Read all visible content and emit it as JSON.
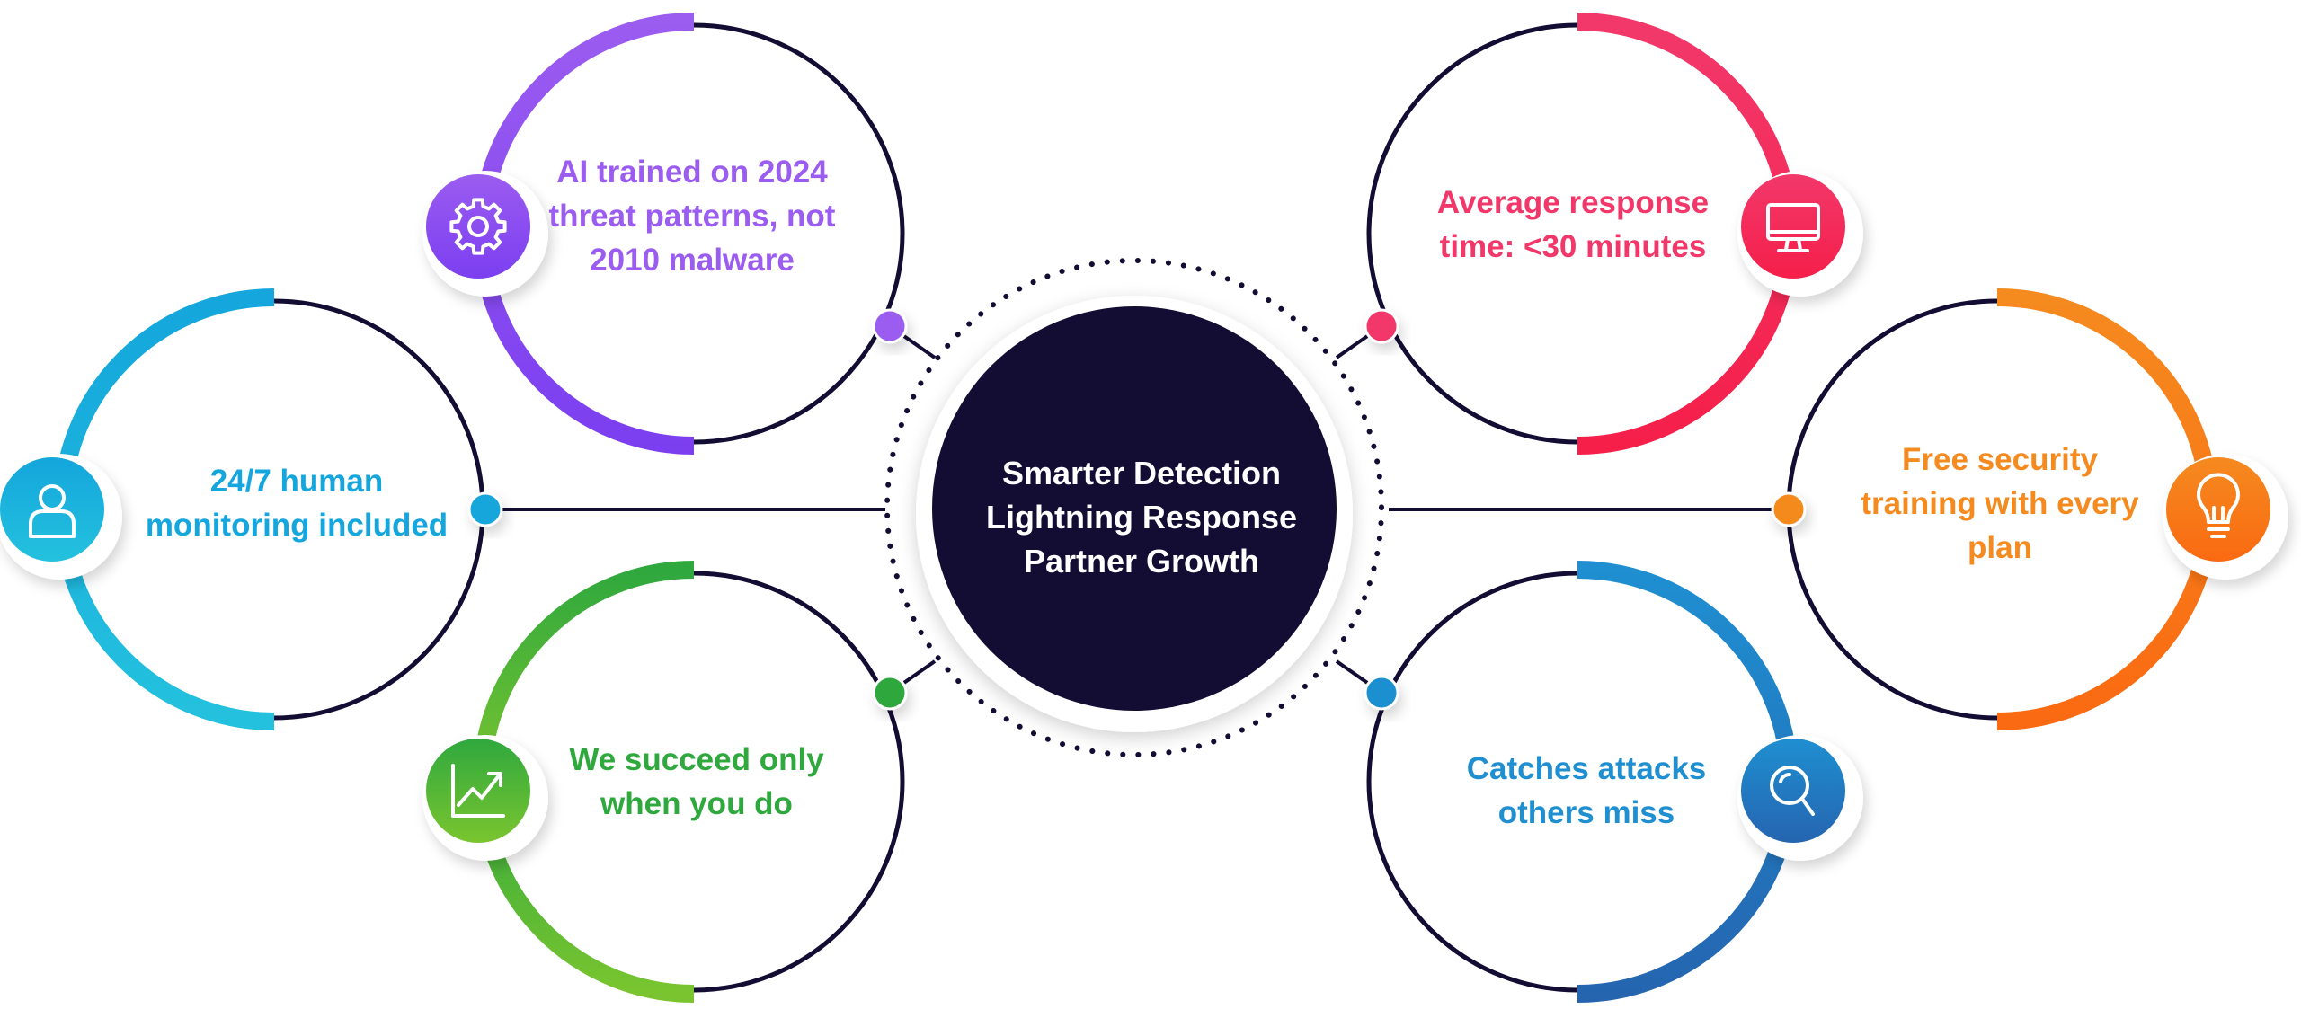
{
  "center": {
    "lines": [
      "Smarter Detection",
      "Lightning Response",
      "Partner Growth"
    ],
    "fill": "#130c33"
  },
  "nodes": [
    {
      "id": "ai",
      "lines": [
        "AI trained on 2024",
        "threat patterns, not",
        "2010 malware"
      ],
      "color": "#9b5cf0",
      "color2": "#7b3ff0",
      "icon": "gear-icon"
    },
    {
      "id": "human",
      "lines": [
        "24/7 human",
        "monitoring included"
      ],
      "color": "#14a6dc",
      "color2": "#24c1de",
      "icon": "person-icon"
    },
    {
      "id": "succeed",
      "lines": [
        "We succeed only",
        "when you do"
      ],
      "color": "#2fa83e",
      "color2": "#7ac52f",
      "icon": "chart-up-icon"
    },
    {
      "id": "response",
      "lines": [
        "Average response",
        "time: <30 minutes"
      ],
      "color": "#f2386a",
      "color2": "#f51f4a",
      "icon": "monitor-icon"
    },
    {
      "id": "training",
      "lines": [
        "Free security",
        "training with every",
        "plan"
      ],
      "color": "#f58a1f",
      "color2": "#fa6a12",
      "icon": "lightbulb-icon"
    },
    {
      "id": "catches",
      "lines": [
        "Catches attacks",
        "others miss"
      ],
      "color": "#1f8fd1",
      "color2": "#2565b0",
      "icon": "search-icon"
    }
  ]
}
